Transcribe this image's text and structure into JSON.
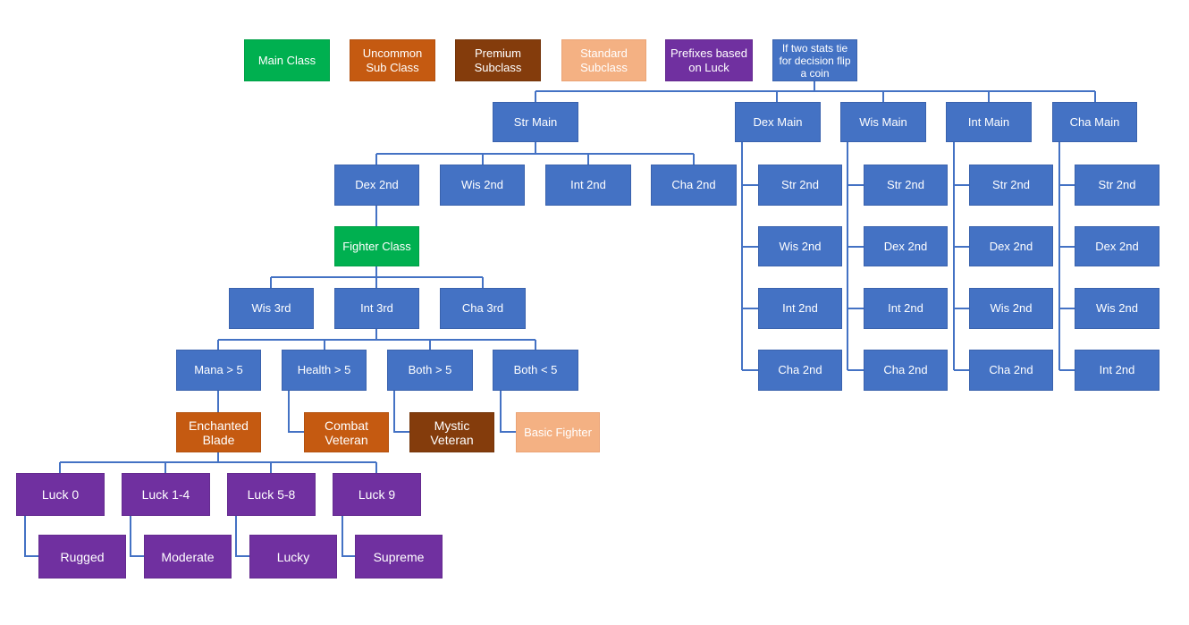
{
  "legend": {
    "main_class": "Main Class",
    "uncommon_sub_class": "Uncommon Sub Class",
    "premium_subclass": "Premium Subclass",
    "standard_subclass": "Standard Subclass",
    "prefixes_based_on_luck": "Prefixes based on Luck",
    "tie_rule": "If two stats tie for decision flip a coin"
  },
  "colors": {
    "main_class": "#00b050",
    "uncommon_sub_class": "#c55a11",
    "premium_subclass": "#843c0c",
    "standard_subclass": "#f4b183",
    "luck_prefix": "#7030a0",
    "node": "#4472c4",
    "connector": "#4472c4"
  },
  "mains": {
    "str": "Str Main",
    "dex": "Dex Main",
    "wis": "Wis Main",
    "int": "Int Main",
    "cha": "Cha Main"
  },
  "str_branch": {
    "seconds": [
      "Dex 2nd",
      "Wis 2nd",
      "Int 2nd",
      "Cha 2nd"
    ],
    "fighter_class": "Fighter Class",
    "thirds": [
      "Wis 3rd",
      "Int 3rd",
      "Cha 3rd"
    ],
    "conditions": [
      "Mana > 5",
      "Health > 5",
      "Both > 5",
      "Both < 5"
    ],
    "enchanted_blade": "Enchanted Blade",
    "combat_veteran": "Combat Veteran",
    "mystic_veteran": "Mystic Veteran",
    "basic_fighter": "Basic Fighter",
    "luck_levels": [
      "Luck 0",
      "Luck 1-4",
      "Luck 5-8",
      "Luck 9"
    ],
    "prefixes": [
      "Rugged",
      "Moderate",
      "Lucky",
      "Supreme"
    ]
  },
  "dex_seconds": [
    "Str 2nd",
    "Wis 2nd",
    "Int 2nd",
    "Cha 2nd"
  ],
  "wis_seconds": [
    "Str 2nd",
    "Dex 2nd",
    "Int 2nd",
    "Cha 2nd"
  ],
  "int_seconds": [
    "Str 2nd",
    "Dex 2nd",
    "Wis 2nd",
    "Cha 2nd"
  ],
  "cha_seconds": [
    "Str 2nd",
    "Dex 2nd",
    "Wis 2nd",
    "Int 2nd"
  ]
}
